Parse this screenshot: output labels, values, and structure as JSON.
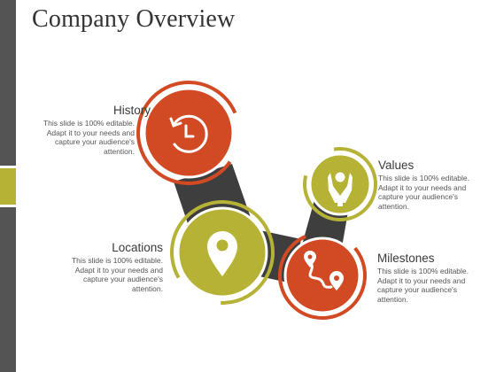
{
  "slide": {
    "title": "Company Overview"
  },
  "items": [
    {
      "key": "history",
      "heading": "History",
      "desc": "This slide is 100% editable. Adapt it to your needs and capture your audience's attention.",
      "icon": "history-icon",
      "color": "#d24a24"
    },
    {
      "key": "locations",
      "heading": "Locations",
      "desc": "This slide is 100% editable. Adapt it to your needs and capture your audience's attention.",
      "icon": "map-pin-icon",
      "color": "#b5b236"
    },
    {
      "key": "milestones",
      "heading": "Milestones",
      "desc": "This slide is 100% editable. Adapt it to your needs and capture your audience's attention.",
      "icon": "route-icon",
      "color": "#d24a24"
    },
    {
      "key": "values",
      "heading": "Values",
      "desc": "This slide is 100% editable. Adapt it to your needs and capture your audience's attention.",
      "icon": "hands-icon",
      "color": "#b5b236"
    }
  ],
  "colors": {
    "orange": "#d24a24",
    "olive": "#b5b236",
    "connector": "#3e3e3e",
    "sidebar": "#545454"
  }
}
